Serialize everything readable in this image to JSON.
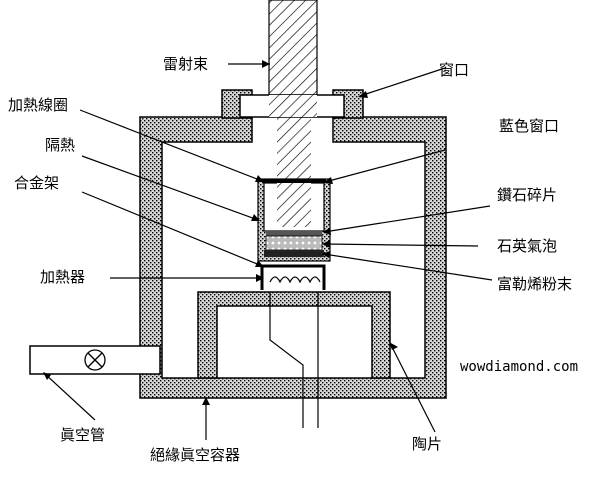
{
  "labels": {
    "laser_beam": "雷射束",
    "window": "窗口",
    "heating_coil": "加熱線圈",
    "blue_window": "藍色窗口",
    "insulation": "隔熱",
    "alloy_frame": "合金架",
    "diamond_chip": "鑽石碎片",
    "quartz_bubble": "石英氣泡",
    "heater": "加熱器",
    "fullerene_powder": "富勒烯粉末",
    "vacuum_tube": "眞空管",
    "insulated_vacuum_container": "絕緣眞空容器",
    "ceramic_plate": "陶片",
    "watermark": "wowdiamond.com"
  },
  "colors": {
    "line": "#000000",
    "stipple_background": "#d8d8d8",
    "stipple_dots": "#000000",
    "background": "#ffffff"
  }
}
